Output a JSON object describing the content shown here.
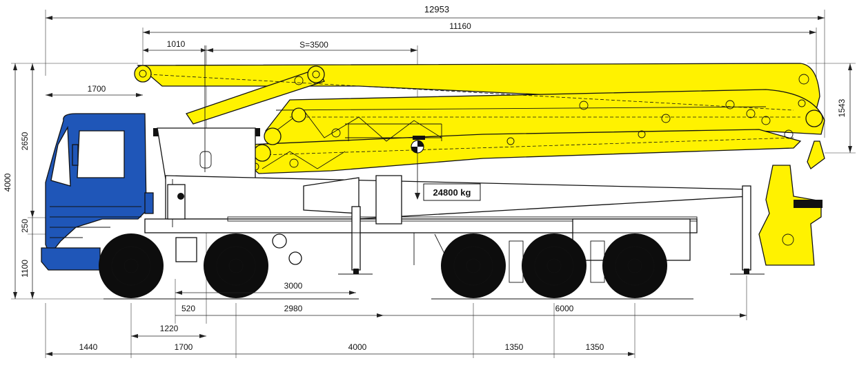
{
  "colors": {
    "boom": "#fff200",
    "cab": "#1f56b8",
    "tire": "#0d0d0d",
    "line": "#111111"
  },
  "icons": {
    "center_of_gravity": "center-of-gravity-icon"
  },
  "dimensions": {
    "overall_length": "12953",
    "boom_length": "11160",
    "boom_pivot_offset": "1010",
    "slewing_offset": "S=3500",
    "cab_offset": "1700",
    "total_height": "4000",
    "cab_height": "2650",
    "chassis_offset": "250",
    "frame_height": "1100",
    "boom_fold_height": "1543",
    "outrigger_front": "3000",
    "outrigger_front_small": "520",
    "outrigger_span": "2980",
    "outrigger_rear": "6000",
    "axle_front_offset": "1220",
    "front_overhang": "1440",
    "front_axle_spacing": "1700",
    "wheelbase": "4000",
    "rear_axle_spacing_1": "1350",
    "rear_axle_spacing_2": "1350"
  },
  "weight_label": "24800 kg"
}
